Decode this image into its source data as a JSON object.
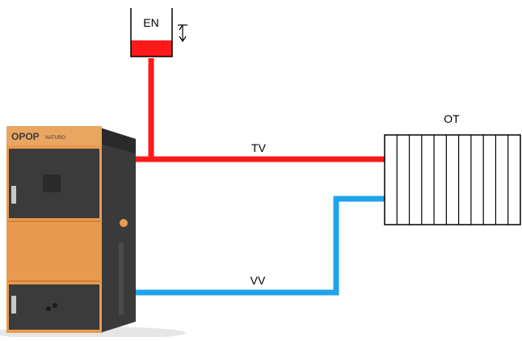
{
  "labels": {
    "expansion_tank": "EN",
    "flow_pipe": "TV",
    "return_pipe": "VV",
    "radiator": "OT"
  },
  "boiler": {
    "brand": "OPOP",
    "model": "NATURO"
  },
  "colors": {
    "flow": "#ff1a1a",
    "return": "#1fa3ec",
    "boiler_body": "#e89a4f",
    "boiler_dark": "#3b3b3b",
    "outline": "#000000"
  },
  "icons": {
    "level_arrow": "double-headed-vertical-arrow"
  }
}
